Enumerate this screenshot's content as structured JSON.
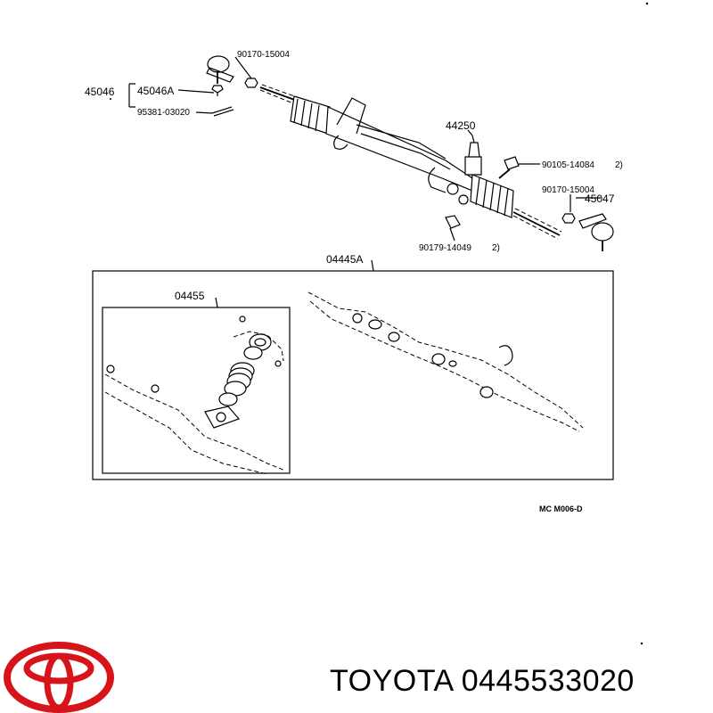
{
  "diagram": {
    "parts": {
      "p_90170_a": "90170-15004",
      "p_45046": "45046",
      "p_45046A": "45046A",
      "p_95381": "95381-03020",
      "p_44250": "44250",
      "p_90105": "90105-14084",
      "p_90105_note": "2)",
      "p_90170_b": "90170-15004",
      "p_45047": "45047",
      "p_90179": "90179-14049",
      "p_90179_note": "2)",
      "p_04445A": "04445A",
      "p_04455": "04455"
    },
    "ref_code": "MC  M006-D"
  },
  "brand": {
    "text": "TOYOTA 0445533020",
    "logo_color": "#d7141a"
  }
}
